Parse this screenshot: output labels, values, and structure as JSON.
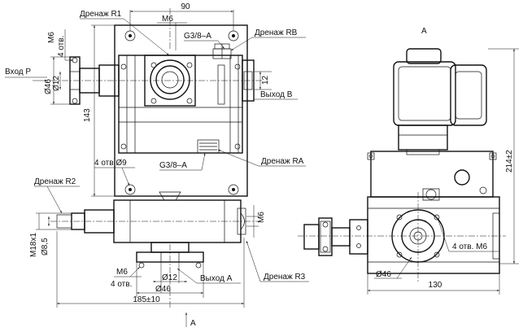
{
  "labels": {
    "drain_r1": "Дренаж R1",
    "dim_90": "90",
    "m6_top": "M6",
    "thread_g38_top": "G3/8–A",
    "drain_rb": "Дренаж RB",
    "view_a_title": "A",
    "m6_vertical": "M6",
    "four_holes_vertical": "4 отв.",
    "inlet_p": "Вход P",
    "dia_46_vertical": "Ø46",
    "dia_12_vertical": "Ø12",
    "dim_12_vertical": "12",
    "outlet_b": "Выход B",
    "dim_143": "143",
    "four_holes_dia9": "4 отв.Ø9",
    "thread_g38_bottom": "G3/8–A",
    "drain_ra": "Дренаж RA",
    "dim_214": "214±2",
    "drain_r2": "Дренаж R2",
    "m6_right": "M6",
    "m18x1": "M18x1",
    "dia_8_5": "Ø8,5",
    "m6_bottom": "M6",
    "four_holes_bottom": "4 отв.",
    "dia_12_bottom": "Ø12",
    "dia_46_bottom": "Ø46",
    "outlet_a": "Выход A",
    "drain_r3": "Дренаж R3",
    "dim_185": "185±10",
    "arrow_a": "A",
    "four_holes_m6": "4 отв. M6",
    "dia_46_side": "Ø46",
    "dim_130": "130"
  },
  "colors": {
    "line": "#111111",
    "background": "#ffffff"
  }
}
